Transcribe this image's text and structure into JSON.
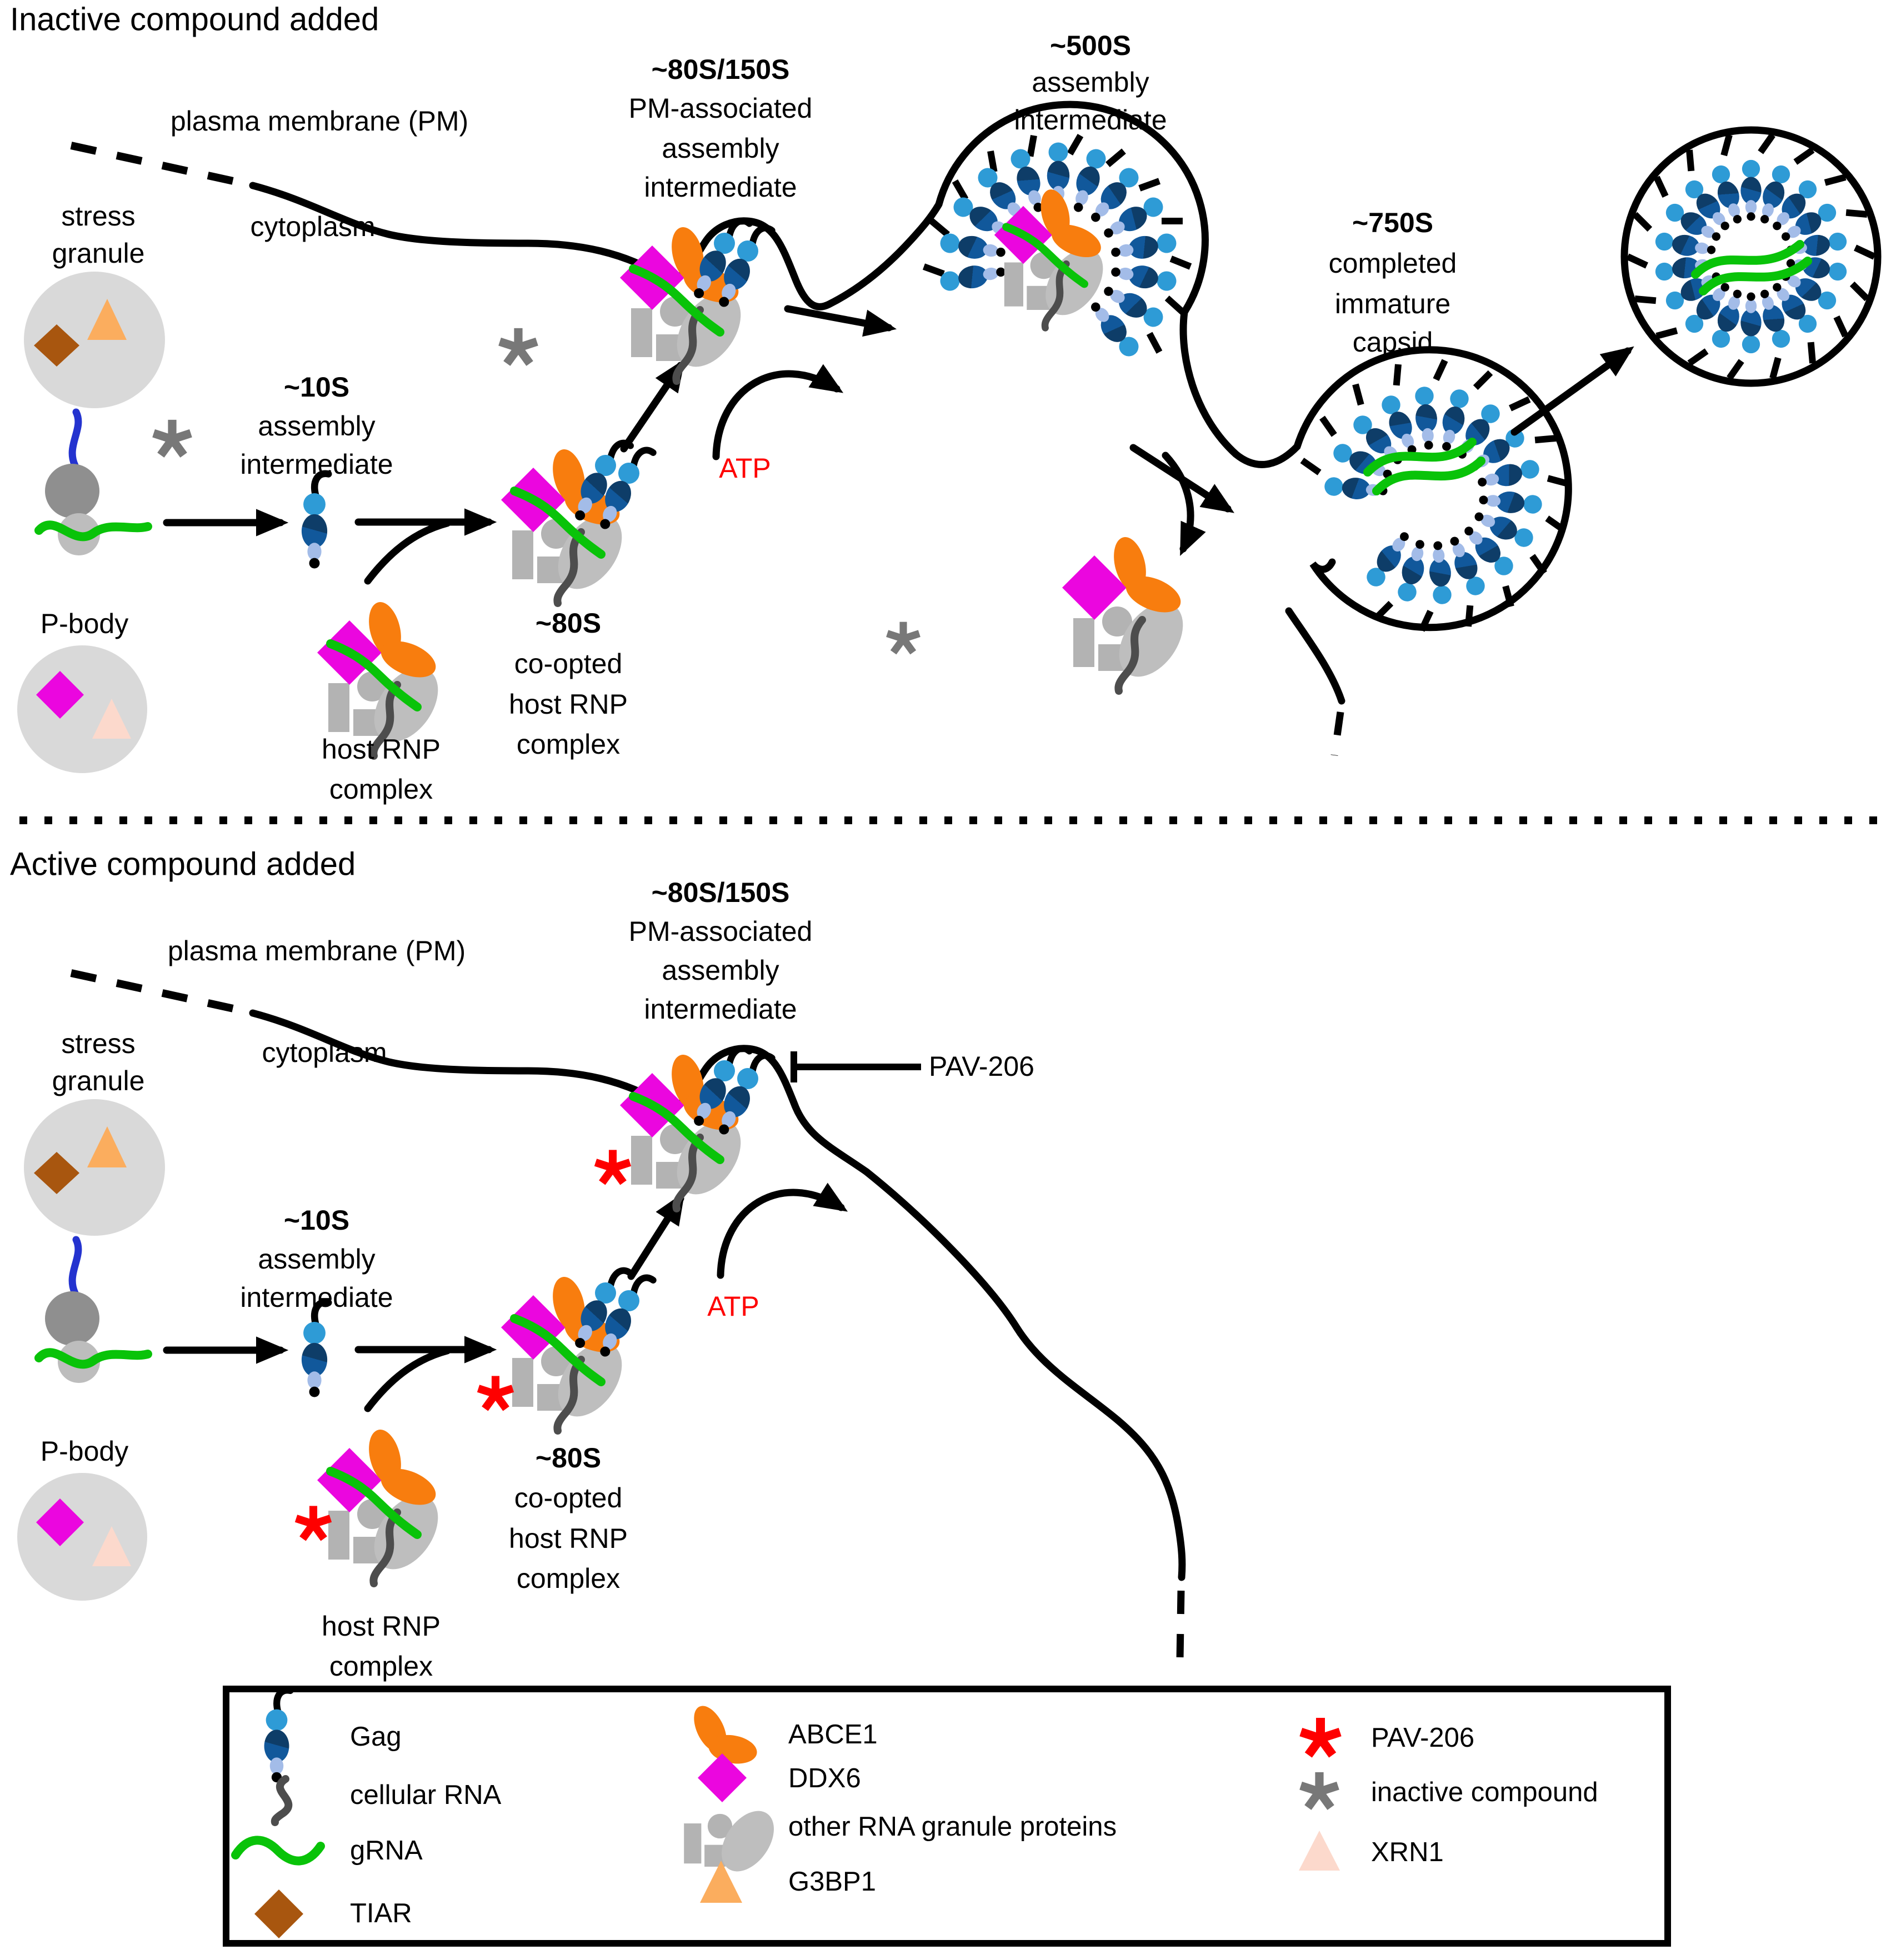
{
  "figure": {
    "type": "pathway-diagram",
    "subject": "HIV-1 immature capsid assembly via co-opted host RNP complexes"
  },
  "colors": {
    "gag_head_blue": "#2E9BD6",
    "gag_body_dark": "#0E3D68",
    "gag_body_light": "#11589B",
    "gag_linker_periwinkle": "#A3BCE8",
    "grna_green": "#09C309",
    "cellular_rna_gray": "#4D4D4D",
    "ddx6_magenta": "#EB06DF",
    "abce1_orange": "#F87D0E",
    "g3bp1_orange": "#FBAD5E",
    "tiar_brown": "#A8560F",
    "xrn1_pink": "#FCD9CC",
    "granule_protein_gray": "#B3B3B3",
    "granule_oval_gray": "#BEBEBE",
    "rna_granule_body_gray": "#D9D9D9",
    "ribosome_dark_gray": "#8F8F8F",
    "ribosome_light_gray": "#BDBDBD",
    "inactive_compound_gray": "#787878",
    "pav206_red": "#FE0000",
    "membrane_black": "#000000"
  },
  "top_panel": {
    "title": "Inactive compound added",
    "plasma_membrane_label": "plasma membrane (PM)",
    "cytoplasm_label": "cytoplasm",
    "stress_granule": {
      "line1": "stress",
      "line2": "granule"
    },
    "p_body_label": "P-body",
    "s10": {
      "line1": "~10S",
      "line2": "assembly",
      "line3": "intermediate"
    },
    "host_rnp": {
      "line1": "host RNP",
      "line2": "complex"
    },
    "s80": {
      "line1": "~80S",
      "line2": "co-opted",
      "line3": "host RNP",
      "line4": "complex"
    },
    "s80_150": {
      "line1": "~80S/150S",
      "line2": "PM-associated",
      "line3": "assembly",
      "line4": "intermediate"
    },
    "atp_label": "ATP",
    "s500": {
      "line1": "~500S",
      "line2": "assembly",
      "line3": "intermediate"
    },
    "s750": {
      "line1": "~750S",
      "line2": "completed",
      "line3": "immature",
      "line4": "capsid"
    }
  },
  "bottom_panel": {
    "title": "Active compound added",
    "plasma_membrane_label": "plasma membrane (PM)",
    "cytoplasm_label": "cytoplasm",
    "stress_granule": {
      "line1": "stress",
      "line2": "granule"
    },
    "p_body_label": "P-body",
    "s10": {
      "line1": "~10S",
      "line2": "assembly",
      "line3": "intermediate"
    },
    "host_rnp": {
      "line1": "host RNP",
      "line2": "complex"
    },
    "s80": {
      "line1": "~80S",
      "line2": "co-opted",
      "line3": "host RNP",
      "line4": "complex"
    },
    "s80_150": {
      "line1": "~80S/150S",
      "line2": "PM-associated",
      "line3": "assembly",
      "line4": "intermediate"
    },
    "atp_label": "ATP",
    "pav206_label": "PAV-206"
  },
  "legend": {
    "gag_label": "Gag",
    "cellular_rna_label": "cellular RNA",
    "grna_label": "gRNA",
    "tiar_label": "TIAR",
    "abce1_label": "ABCE1",
    "ddx6_label": "DDX6",
    "other_label": "other RNA granule proteins",
    "g3bp1_label": "G3BP1",
    "pav206_label": "PAV-206",
    "inactive_label": "inactive compound",
    "xrn1_label": "XRN1"
  }
}
